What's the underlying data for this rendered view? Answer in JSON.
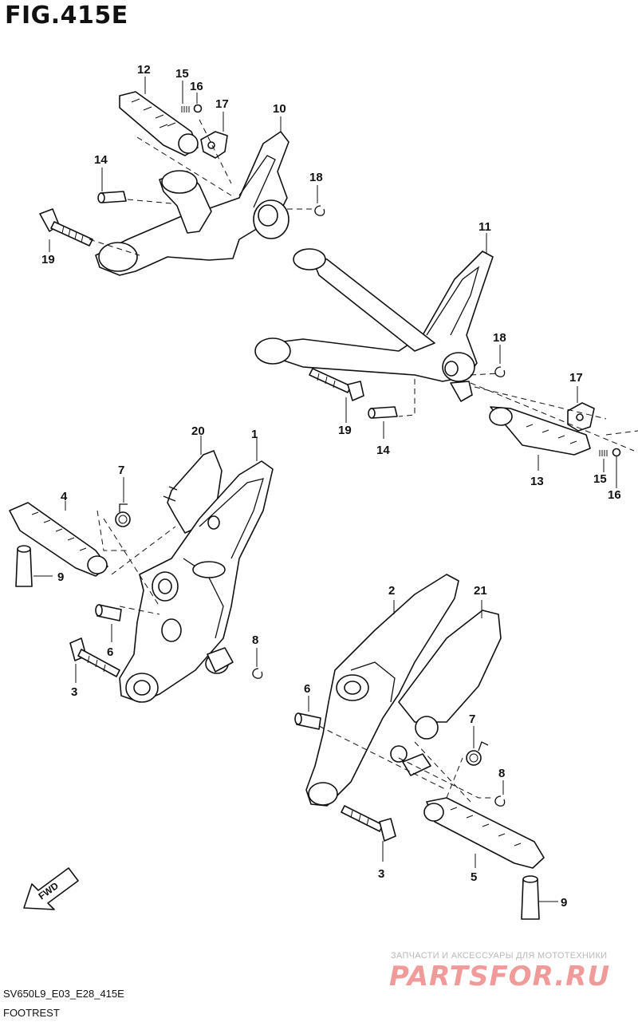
{
  "figure": {
    "title": "FIG.415E",
    "code": "SV650L9_E03_E28_415E",
    "name": "FOOTREST"
  },
  "watermark": {
    "subtitle": "ЗАПЧАСТИ И АКСЕССУАРЫ ДЛЯ МОТОТЕХНИКИ",
    "logo": "PARTSFOR.RU"
  },
  "fwd_label": "FWD",
  "callouts": [
    {
      "id": "c1",
      "label": "1"
    },
    {
      "id": "c2",
      "label": "2"
    },
    {
      "id": "c3a",
      "label": "3"
    },
    {
      "id": "c3b",
      "label": "3"
    },
    {
      "id": "c4",
      "label": "4"
    },
    {
      "id": "c5",
      "label": "5"
    },
    {
      "id": "c6a",
      "label": "6"
    },
    {
      "id": "c6b",
      "label": "6"
    },
    {
      "id": "c7a",
      "label": "7"
    },
    {
      "id": "c7b",
      "label": "7"
    },
    {
      "id": "c8a",
      "label": "8"
    },
    {
      "id": "c8b",
      "label": "8"
    },
    {
      "id": "c9a",
      "label": "9"
    },
    {
      "id": "c9b",
      "label": "9"
    },
    {
      "id": "c10",
      "label": "10"
    },
    {
      "id": "c11",
      "label": "11"
    },
    {
      "id": "c12",
      "label": "12"
    },
    {
      "id": "c13",
      "label": "13"
    },
    {
      "id": "c14a",
      "label": "14"
    },
    {
      "id": "c14b",
      "label": "14"
    },
    {
      "id": "c15a",
      "label": "15"
    },
    {
      "id": "c15b",
      "label": "15"
    },
    {
      "id": "c16a",
      "label": "16"
    },
    {
      "id": "c16b",
      "label": "16"
    },
    {
      "id": "c17a",
      "label": "17"
    },
    {
      "id": "c17b",
      "label": "17"
    },
    {
      "id": "c18a",
      "label": "18"
    },
    {
      "id": "c18b",
      "label": "18"
    },
    {
      "id": "c19a",
      "label": "19"
    },
    {
      "id": "c19b",
      "label": "19"
    },
    {
      "id": "c20",
      "label": "20"
    },
    {
      "id": "c21",
      "label": "21"
    }
  ]
}
